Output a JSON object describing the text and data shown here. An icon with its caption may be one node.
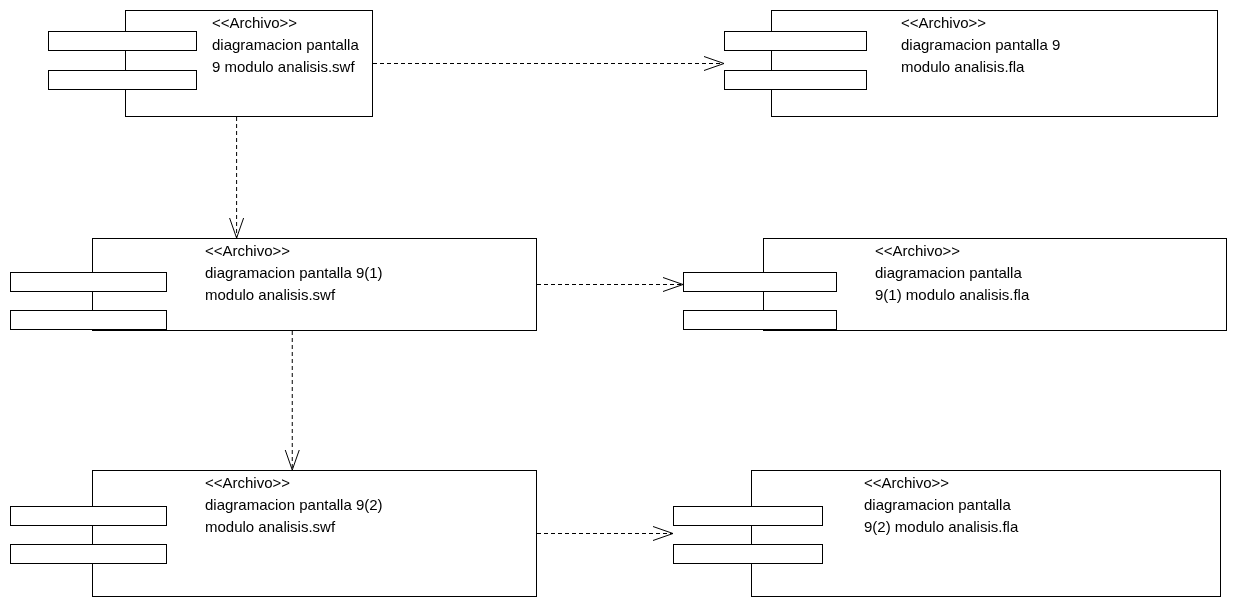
{
  "diagram": {
    "nodes": [
      {
        "text": [
          "<<Archivo>>",
          "diagramacion pantalla 9 modulo analisis.swf"
        ]
      },
      {
        "text": [
          "<<Archivo>>",
          "diagramacion pantalla 9 modulo analisis.fla"
        ]
      },
      {
        "text": [
          "<<Archivo>>",
          "diagramacion pantalla 9(1) modulo analisis.swf"
        ]
      },
      {
        "text": [
          "<<Archivo>>",
          "diagramacion pantalla 9(1) modulo analisis.fla"
        ]
      },
      {
        "text": [
          "<<Archivo>>",
          "diagramacion pantalla 9(2) modulo analisis.swf"
        ]
      },
      {
        "text": [
          "<<Archivo>>",
          "diagramacion pantalla 9(2) modulo analisis.fla"
        ]
      }
    ],
    "edges": [
      {
        "from": 0,
        "to": 1,
        "arrow": "to",
        "style": "dashed"
      },
      {
        "from": 0,
        "to": 2,
        "arrow": "to",
        "style": "dashed"
      },
      {
        "from": 2,
        "to": 3,
        "arrow": "to",
        "style": "dashed"
      },
      {
        "from": 2,
        "to": 4,
        "arrow": "to",
        "style": "dashed"
      },
      {
        "from": 4,
        "to": 5,
        "arrow": "to",
        "style": "dashed"
      }
    ]
  }
}
